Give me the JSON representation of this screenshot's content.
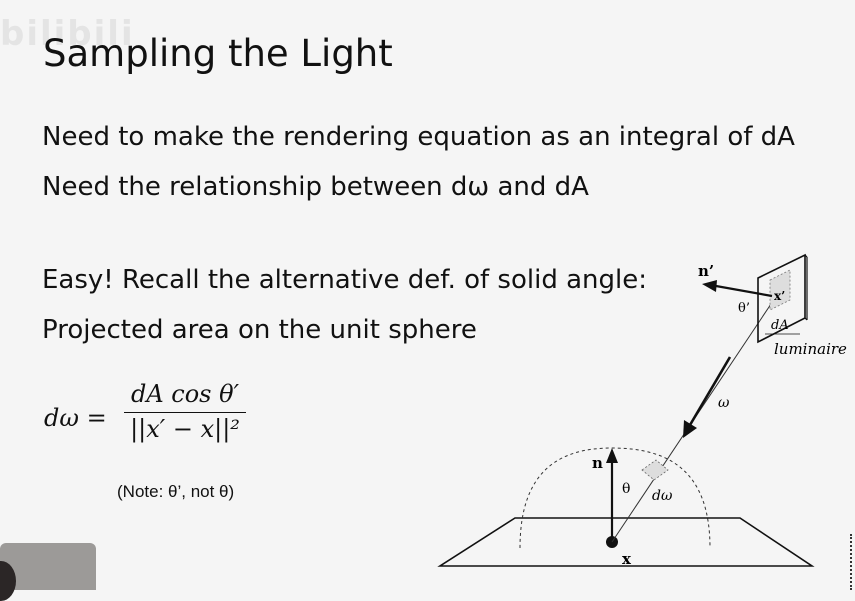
{
  "slide": {
    "title": "Sampling the Light",
    "line1": "Need to make the rendering equation as an integral of dA",
    "line2": "Need the relationship between dω and dA",
    "line3": "Easy! Recall the alternative def. of solid angle:",
    "line4": "Projected area on the unit sphere",
    "note": "(Note: θ’, not θ)"
  },
  "formula": {
    "lhs": "dω =",
    "numerator": "dA cos θ′",
    "denominator": "||x′ − x||²"
  },
  "diagram": {
    "n_prime": "n’",
    "theta_prime": "θ’",
    "x_prime": "x’",
    "dA": "dA",
    "luminaire": "luminaire",
    "omega": "ω",
    "n": "n",
    "theta": "θ",
    "d_omega": "dω",
    "x": "x"
  },
  "watermark": "bilibili"
}
